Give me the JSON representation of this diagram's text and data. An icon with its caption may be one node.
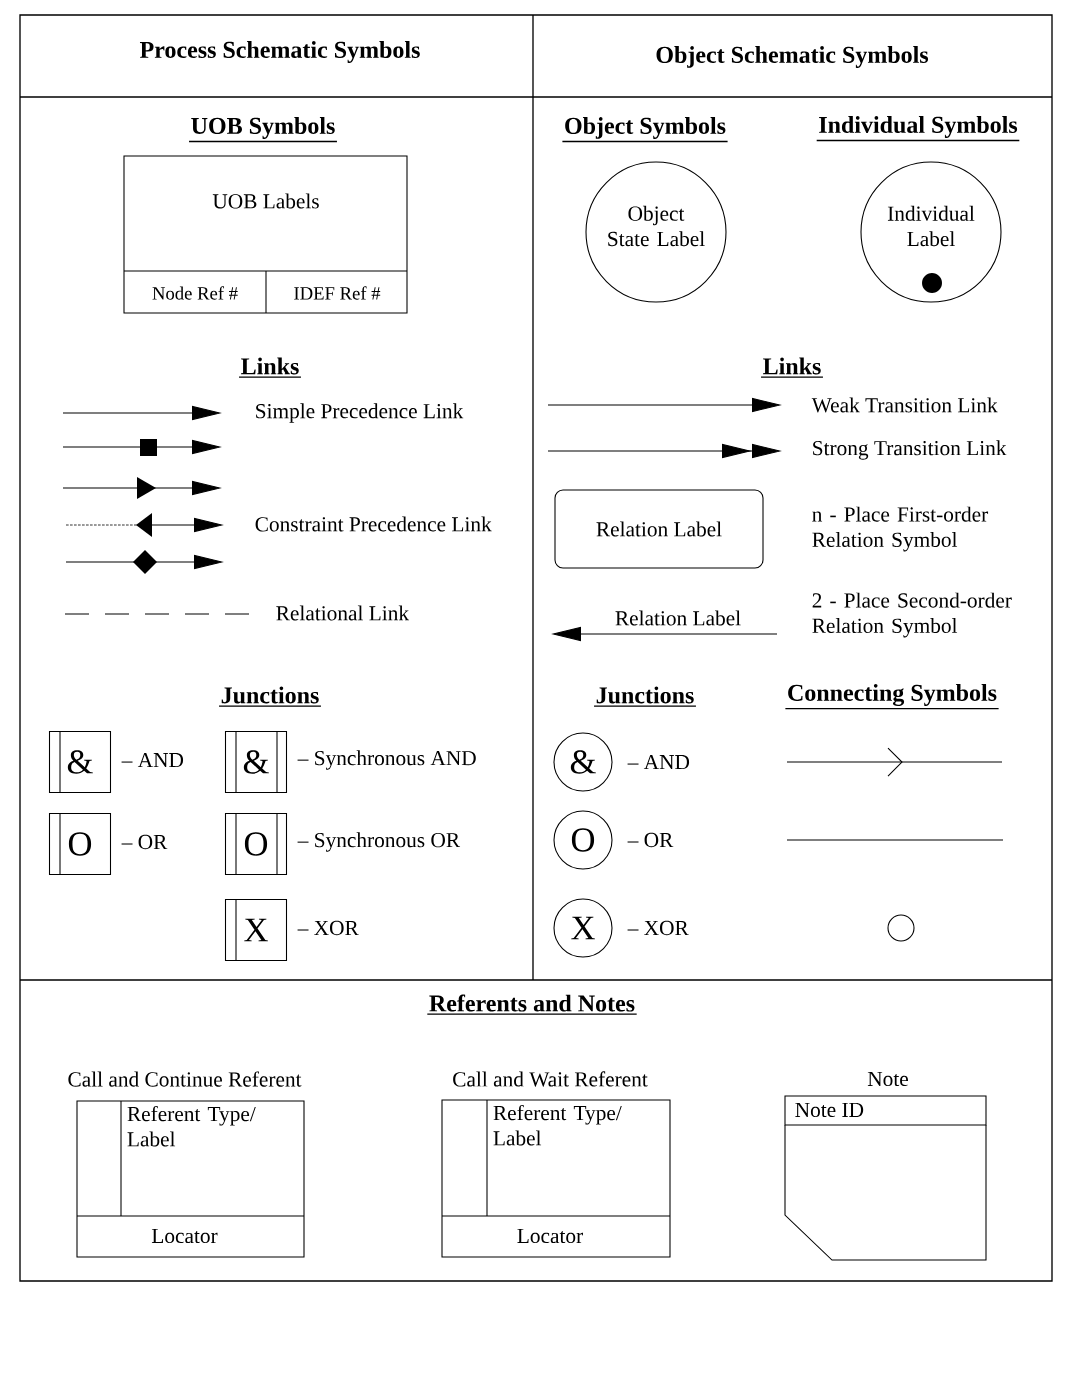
{
  "diagram": {
    "nodes": [
      {
        "text": [
          "UOB Labels",
          "Node  Ref #",
          "IDEF Ref #"
        ]
      },
      {
        "text": [
          "Object State Label"
        ]
      },
      {
        "text": [
          "Individual Label"
        ]
      },
      {
        "text": [
          "Relation Label"
        ]
      },
      {
        "text": [
          "&"
        ],
        "beside": [
          "– AND"
        ]
      },
      {
        "text": [
          "&"
        ],
        "beside": [
          "– Synchronous AND"
        ]
      },
      {
        "text": [
          "O"
        ],
        "beside": [
          "– OR"
        ]
      },
      {
        "text": [
          "O"
        ],
        "beside": [
          "– Synchronous OR"
        ]
      },
      {
        "text": [
          "X"
        ],
        "beside": [
          "– XOR"
        ]
      },
      {
        "text": [
          "&"
        ],
        "beside": [
          "– AND"
        ]
      },
      {
        "text": [
          "O"
        ],
        "beside": [
          "– OR"
        ]
      },
      {
        "text": [
          "X"
        ],
        "beside": [
          "– XOR"
        ]
      },
      {
        "text": [],
        "shape": "circle"
      },
      {
        "text": [
          "Call and Continue Referent",
          "Referent Type/ Label",
          "Locator"
        ]
      },
      {
        "text": [
          "Call and Wait Referent",
          "Referent Type/ Label",
          "Locator"
        ]
      },
      {
        "text": [
          "Note",
          "Note ID"
        ]
      }
    ],
    "labels": [
      "Process Schematic Symbols",
      "Object Schematic Symbols",
      "UOB Symbols",
      "Object Symbols",
      "Individual Symbols",
      "Links",
      "Links",
      "Simple Precedence Link",
      "Constraint Precedence Link",
      "Relational Link",
      "Weak Transition Link",
      "Strong Transition Link",
      "n - Place First-order Relation Symbol",
      "Relation Label",
      "2 - Place Second-order Relation Symbol",
      "Junctions",
      "Junctions",
      "Connecting Symbols",
      "Referents and Notes"
    ]
  }
}
